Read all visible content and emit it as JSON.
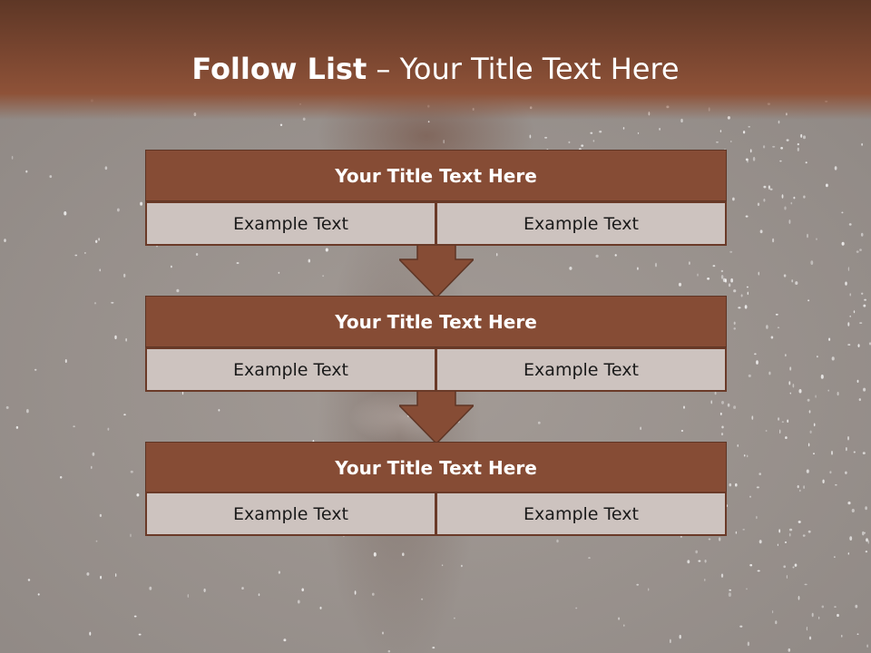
{
  "slide": {
    "title_bold": "Follow List",
    "title_rest": "– Your Title Text Here"
  },
  "steps": [
    {
      "title": "Your Title Text Here",
      "left": "Example Text",
      "right": "Example Text"
    },
    {
      "title": "Your Title Text Here",
      "left": "Example Text",
      "right": "Example Text"
    },
    {
      "title": "Your Title Text Here",
      "left": "Example Text",
      "right": "Example Text"
    }
  ],
  "colors": {
    "header": "#7a4630",
    "block_title": "#864c35",
    "cell": "#cdc3bf",
    "arrow": "#864c35"
  }
}
